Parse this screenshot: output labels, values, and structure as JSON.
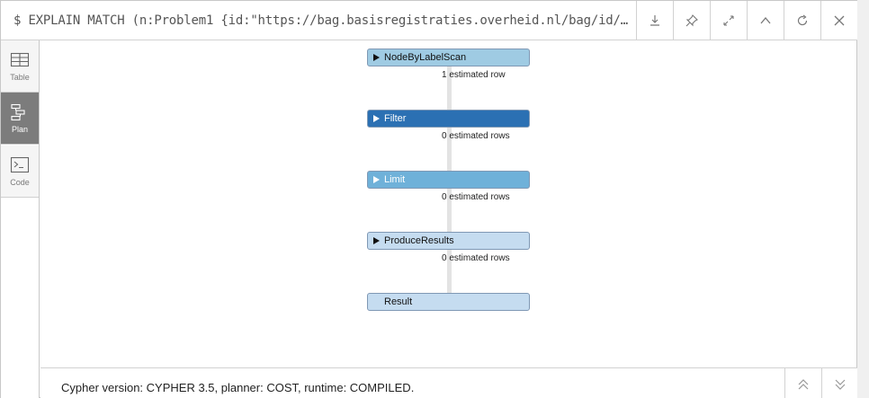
{
  "header": {
    "query": "$ EXPLAIN MATCH (n:Problem1 {id:\"https://bag.basisregistraties.overheid.nl/bag/id/pand/…",
    "icons": [
      "download-icon",
      "pin-icon",
      "expand-icon",
      "collapse-up-icon",
      "rerun-icon",
      "close-icon"
    ]
  },
  "sidebar": {
    "items": [
      {
        "label": "Table",
        "icon": "table-icon"
      },
      {
        "label": "Plan",
        "icon": "plan-icon"
      },
      {
        "label": "Code",
        "icon": "code-icon"
      }
    ]
  },
  "plan": {
    "operators": [
      {
        "name": "NodeByLabelScan",
        "estimate": "1 estimated row",
        "color": "#9fcbe3",
        "text_color": "#111111"
      },
      {
        "name": "Filter",
        "estimate": "0 estimated rows",
        "color": "#2b70b3",
        "text_color": "#ffffff"
      },
      {
        "name": "Limit",
        "estimate": "0 estimated rows",
        "color": "#6fb1d9",
        "text_color": "#ffffff"
      },
      {
        "name": "ProduceResults",
        "estimate": "0 estimated rows",
        "color": "#c5dcf0",
        "text_color": "#111111"
      },
      {
        "name": "Result",
        "estimate": "",
        "color": "#c5dcf0",
        "text_color": "#111111"
      }
    ]
  },
  "footer": {
    "text": "Cypher version: CYPHER 3.5, planner: COST, runtime: COMPILED.",
    "icons": [
      "scroll-up-icon",
      "scroll-down-icon"
    ]
  },
  "colors": {
    "active_tab": "#7c7c7c",
    "border": "#c8c8c8"
  }
}
